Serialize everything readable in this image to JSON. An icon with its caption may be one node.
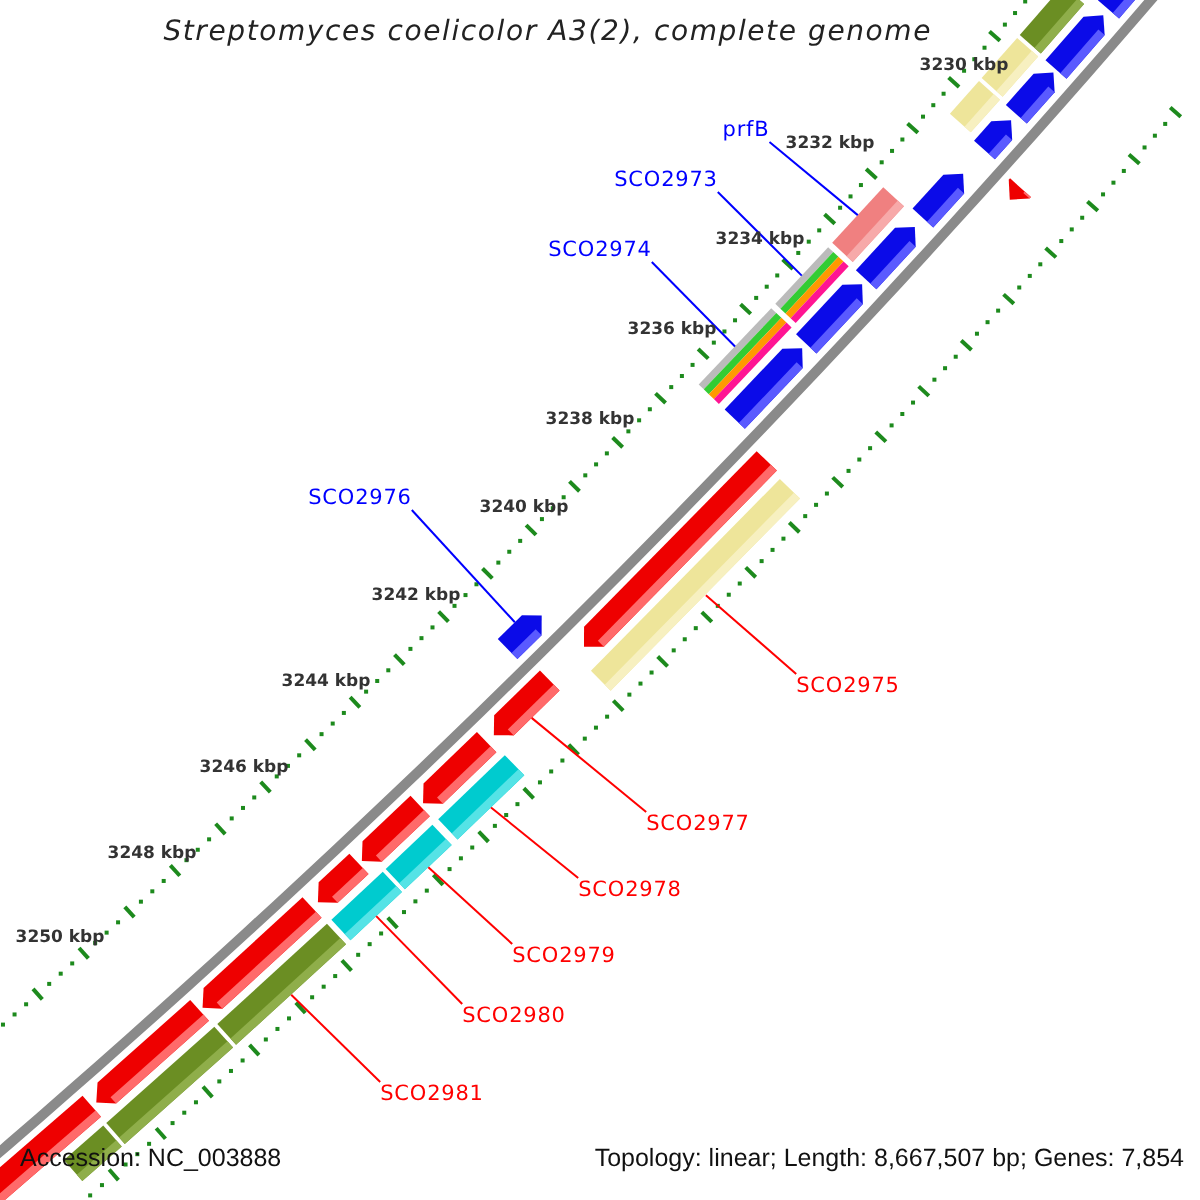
{
  "diagram": {
    "title": "Streptomyces coelicolor A3(2), complete genome",
    "nodes": [
      {
        "text": [
          "prfB"
        ]
      },
      {
        "text": [
          "SCO2973"
        ]
      },
      {
        "text": [
          "SCO2974"
        ]
      },
      {
        "text": [
          "SCO2976"
        ]
      },
      {
        "text": [
          "SCO2975"
        ]
      },
      {
        "text": [
          "SCO2977"
        ]
      },
      {
        "text": [
          "SCO2978"
        ]
      },
      {
        "text": [
          "SCO2979"
        ]
      },
      {
        "text": [
          "SCO2980"
        ]
      },
      {
        "text": [
          "SCO2981"
        ]
      },
      {
        "text": [],
        "shape": "arrow"
      },
      {
        "text": [],
        "shape": "bar"
      },
      {
        "text": [],
        "shape": "arrow"
      },
      {
        "text": [],
        "shape": "bar"
      },
      {
        "text": [],
        "shape": "arrow"
      },
      {
        "text": [],
        "shape": "bar"
      },
      {
        "text": [],
        "shape": "arrow"
      },
      {
        "text": [],
        "shape": "arrow"
      },
      {
        "text": [],
        "shape": "arrow"
      },
      {
        "text": [],
        "shape": "bar"
      },
      {
        "text": [],
        "shape": "arrow"
      },
      {
        "text": [],
        "shape": "bar"
      },
      {
        "text": [],
        "shape": "arrow"
      },
      {
        "text": [],
        "shape": "bar"
      },
      {
        "text": [],
        "shape": "arrow"
      },
      {
        "text": [],
        "shape": "arrow"
      },
      {
        "text": [],
        "shape": "bar"
      },
      {
        "text": [],
        "shape": "arrow"
      },
      {
        "text": [],
        "shape": "arrow"
      },
      {
        "text": [],
        "shape": "arrow"
      },
      {
        "text": [],
        "shape": "bar"
      },
      {
        "text": [],
        "shape": "arrow"
      },
      {
        "text": [],
        "shape": "bar"
      },
      {
        "text": [],
        "shape": "arrow"
      },
      {
        "text": [],
        "shape": "bar"
      },
      {
        "text": [],
        "shape": "arrow"
      },
      {
        "text": [],
        "shape": "bar"
      },
      {
        "text": [],
        "shape": "arrow"
      },
      {
        "text": [],
        "shape": "bar"
      },
      {
        "text": [],
        "shape": "arrow"
      },
      {
        "text": [],
        "shape": "bar"
      }
    ],
    "edges": [
      {
        "from": 0,
        "to": 19,
        "arrow": "none",
        "color": "#0000ff"
      },
      {
        "from": 1,
        "to": 21,
        "arrow": "none",
        "color": "#0000ff"
      },
      {
        "from": 2,
        "to": 23,
        "arrow": "none",
        "color": "#0000ff"
      },
      {
        "from": 3,
        "to": 27,
        "arrow": "none",
        "color": "#0000ff"
      },
      {
        "from": 4,
        "to": 26,
        "arrow": "none"
      },
      {
        "from": 5,
        "to": 28,
        "arrow": "none"
      },
      {
        "from": 6,
        "to": 30,
        "arrow": "none"
      },
      {
        "from": 7,
        "to": 32,
        "arrow": "none"
      },
      {
        "from": 8,
        "to": 34,
        "arrow": "none"
      },
      {
        "from": 9,
        "to": 36,
        "arrow": "none"
      }
    ],
    "labels": [
      "3230 kbp",
      "3232 kbp",
      "3234 kbp",
      "3236 kbp",
      "3238 kbp",
      "3240 kbp",
      "3242 kbp",
      "3244 kbp",
      "3246 kbp",
      "3248 kbp",
      "3250 kbp",
      "Accession: NC_003888",
      "Topology: linear; Length: 8,667,507 bp; Genes: 7,854"
    ]
  }
}
